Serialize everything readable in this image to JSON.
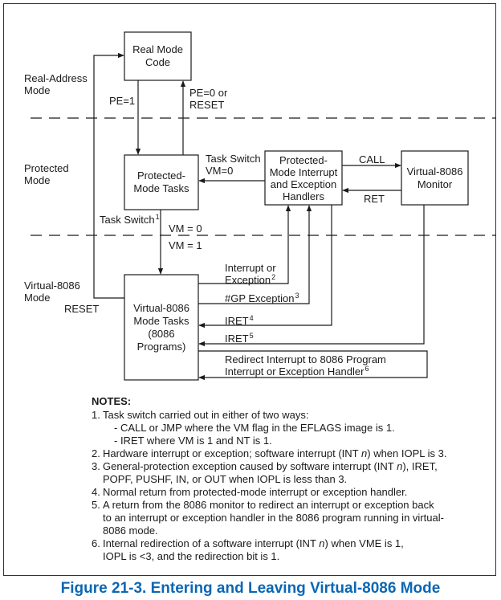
{
  "modes": {
    "real": "Real-Address\nMode",
    "protected": "Protected\nMode",
    "v86": "Virtual-8086\nMode"
  },
  "boxes": {
    "real_mode_code": "Real Mode\nCode",
    "protected_mode_tasks": "Protected-\nMode Tasks",
    "pm_handlers": "Protected-\nMode Interrupt\nand Exception\nHandlers",
    "v86_monitor": "Virtual-8086\nMonitor",
    "v86_mode_tasks": "Virtual-8086\nMode Tasks\n(8086\nPrograms)"
  },
  "labels": {
    "pe1": "PE=1",
    "pe0": "PE=0 or\nRESET",
    "task_switch_vm0": "Task Switch\nVM=0",
    "call": "CALL",
    "ret": "RET",
    "task_switch": "Task Switch",
    "task_switch_sup": "1",
    "vm0": "VM = 0",
    "vm1": "VM = 1",
    "interrupt_or": "Interrupt or",
    "exception": "Exception",
    "exception_sup": "2",
    "gp_exception": "#GP Exception",
    "gp_sup": "3",
    "iret4": "IRET",
    "iret4_sup": "4",
    "iret5": "IRET",
    "iret5_sup": "5",
    "reset": "RESET",
    "redirect_line1": "Redirect Interrupt to 8086 Program",
    "redirect_line2": "Interrupt or Exception Handler",
    "redirect_sup": "6"
  },
  "notes": {
    "title": "NOTES:",
    "n1": "Task switch carried out in either of two ways:",
    "n1a": "- CALL or JMP where the VM flag in the EFLAGS image is 1.",
    "n1b": "- IRET where VM is 1 and NT is 1.",
    "n2a": "Hardware interrupt or exception; software interrupt (INT ",
    "n2n": "n",
    "n2b": ") when IOPL is 3.",
    "n3a": "General-protection exception caused by software interrupt (INT ",
    "n3n": "n",
    "n3b": "), IRET,",
    "n3c": "POPF, PUSHF, IN, or OUT when IOPL is less than 3.",
    "n4": "Normal return from protected-mode interrupt or exception handler.",
    "n5a": "A return from the 8086 monitor to redirect an interrupt or exception back",
    "n5b": "to an interrupt or exception handler in the 8086 program running in virtual-",
    "n5c": "8086 mode.",
    "n6a": "Internal redirection of a software interrupt (INT ",
    "n6n": "n",
    "n6b": ") when VME is 1,",
    "n6c": "IOPL is <3, and the redirection bit is 1.",
    "nums": [
      "1.",
      "2.",
      "3.",
      "4.",
      "5.",
      "6."
    ]
  },
  "caption": "Figure 21-3.  Entering and Leaving Virtual-8086 Mode",
  "colors": {
    "caption": "#0a67b4",
    "line": "#1a1a1a"
  }
}
